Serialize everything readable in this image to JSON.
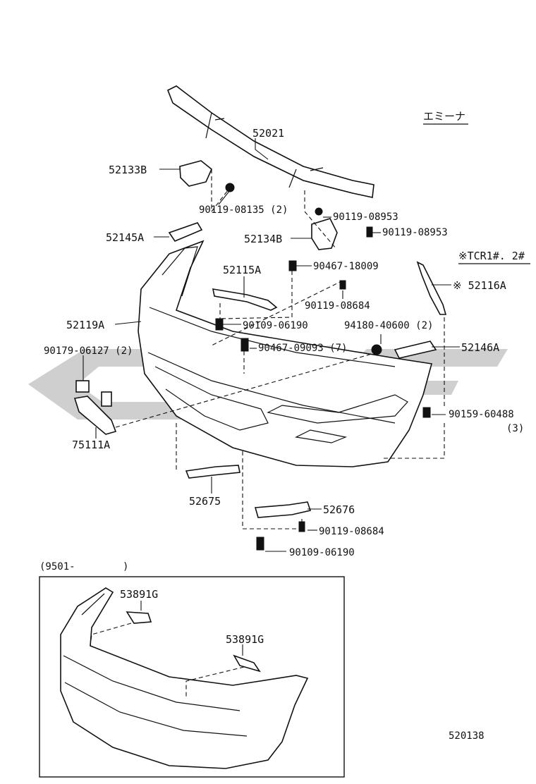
{
  "header": {
    "variant_label": "エミーナ",
    "tcr_label": "※TCR1#. 2#"
  },
  "parts": {
    "p52021": "52021",
    "p52133B": "52133B",
    "p90119_08135": "90119-08135 (2)",
    "p90119_08953_a": "90119-08953",
    "p90119_08953_b": "90119-08953",
    "p52134B": "52134B",
    "p52145A": "52145A",
    "p52115A": "52115A",
    "p90467_18009": "90467-18009",
    "p52116A": "※ 52116A",
    "p90119_08684_a": "90119-08684",
    "p52119A": "52119A",
    "p90109_06190_a": "90109-06190",
    "p94180_40600": "94180-40600 (2)",
    "p90179_06127": "90179-06127 (2)",
    "p90467_09093": "90467-09093 (7)",
    "p52146A": "52146A",
    "p90159_60488": "90159-60488",
    "p90159_qty": "(3)",
    "p75111A": "75111A",
    "p52675": "52675",
    "p52676": "52676",
    "p90119_08684_b": "90119-08684",
    "p90109_06190_b": "90109-06190"
  },
  "inset": {
    "date_range": "(9501-        )",
    "p53891G_a": "53891G",
    "p53891G_b": "53891G"
  },
  "footer": {
    "diagram_id": "520138"
  },
  "watermark": {
    "color": "#cfcfcf"
  }
}
